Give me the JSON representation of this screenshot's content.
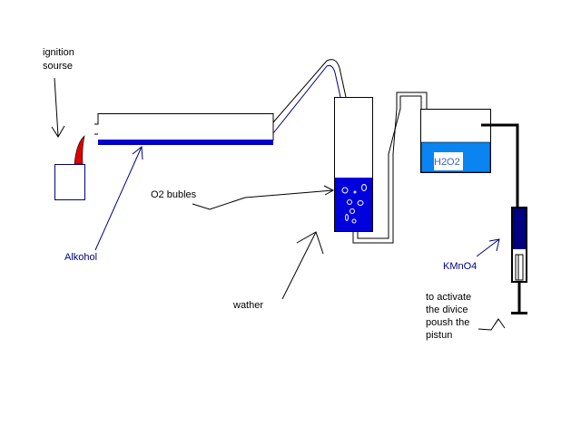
{
  "labels": {
    "ignition_line1": "ignition",
    "ignition_line2": "sourse",
    "alcohol": "Alkohol",
    "o2_bubbles": "O2 bubles",
    "water": "wather",
    "h2o2": "H2O2",
    "kmno4": "KMnO4",
    "activate_line1": "to activate",
    "activate_line2": "the divice",
    "activate_line3": "poush the",
    "activate_line4": "pistun"
  },
  "colors": {
    "alcohol": "#0000cc",
    "water": "#0000dd",
    "h2o2": "#0a84f0",
    "kmno4": "#000080",
    "flame": "#dd0000",
    "label_blue": "#000080"
  }
}
